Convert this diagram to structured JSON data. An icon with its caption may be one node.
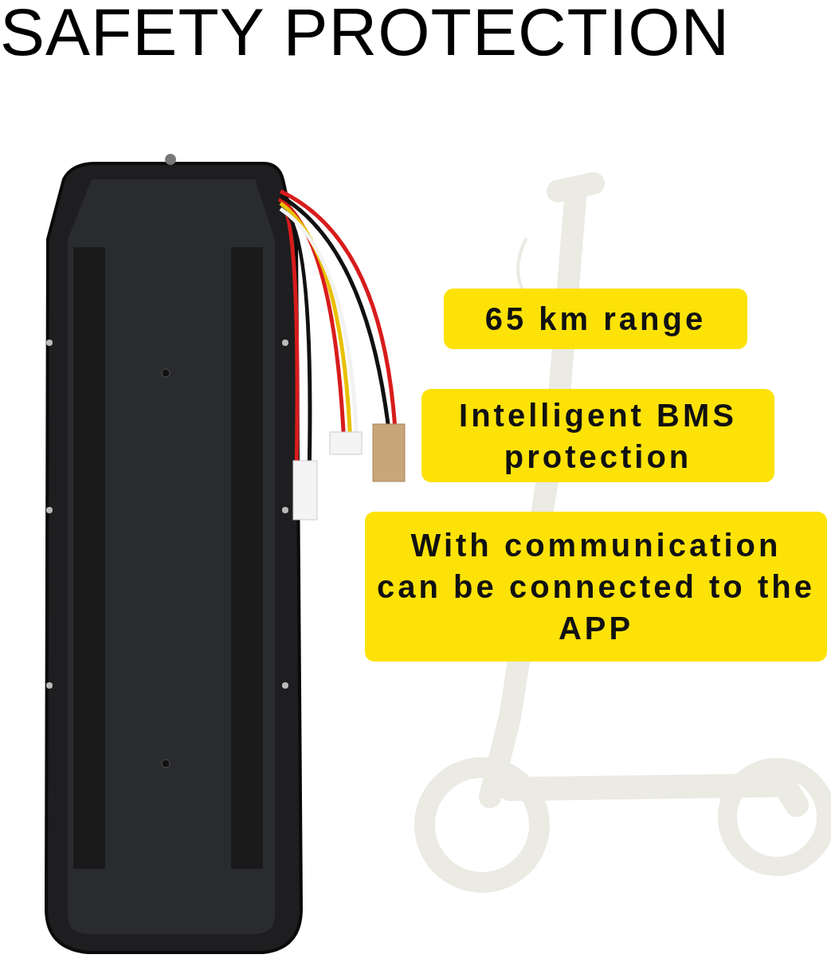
{
  "diagram": {
    "title": "SAFETY PROTECTION",
    "nodes": [
      {
        "text": [
          "65 km range"
        ]
      },
      {
        "text": [
          "Intelligent BMS protection"
        ]
      },
      {
        "text": [
          "With communication can be connected to the APP"
        ]
      }
    ]
  }
}
